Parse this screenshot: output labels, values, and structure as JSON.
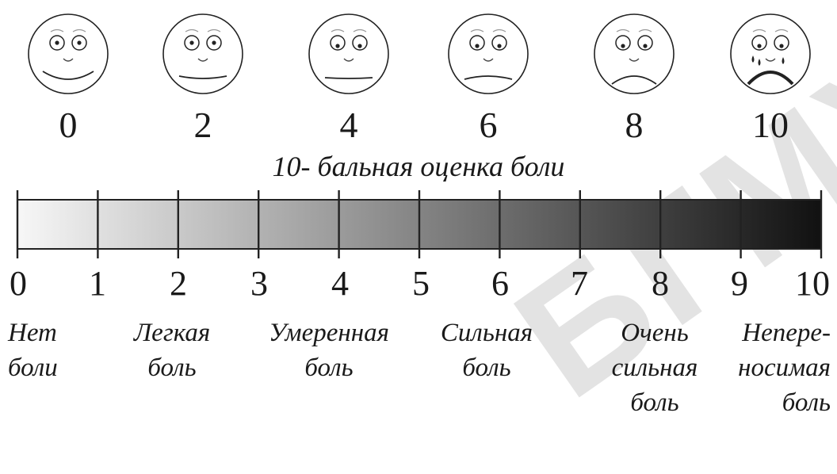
{
  "watermark": "БГМУ",
  "faces": [
    {
      "label": "0",
      "mouth": "big-smile",
      "tears": false
    },
    {
      "label": "2",
      "mouth": "slight-smile",
      "tears": false
    },
    {
      "label": "4",
      "mouth": "flat",
      "tears": false
    },
    {
      "label": "6",
      "mouth": "slight-frown",
      "tears": false
    },
    {
      "label": "8",
      "mouth": "frown",
      "tears": false
    },
    {
      "label": "10",
      "mouth": "deep-frown",
      "tears": true
    }
  ],
  "scale_title": "10- бальная оценка боли",
  "scale": {
    "ticks": [
      "0",
      "1",
      "2",
      "3",
      "4",
      "5",
      "6",
      "7",
      "8",
      "9",
      "10"
    ],
    "gradient_from": "#f7f7f7",
    "gradient_to": "#111111"
  },
  "categories": [
    {
      "lines": [
        "Нет",
        "боли"
      ]
    },
    {
      "lines": [
        "Легкая",
        "боль"
      ]
    },
    {
      "lines": [
        "Умеренная",
        "боль"
      ]
    },
    {
      "lines": [
        "Сильная",
        "боль"
      ]
    },
    {
      "lines": [
        "Очень",
        "сильная",
        "боль"
      ]
    },
    {
      "lines": [
        "Непере-",
        "носимая",
        "боль"
      ]
    }
  ]
}
